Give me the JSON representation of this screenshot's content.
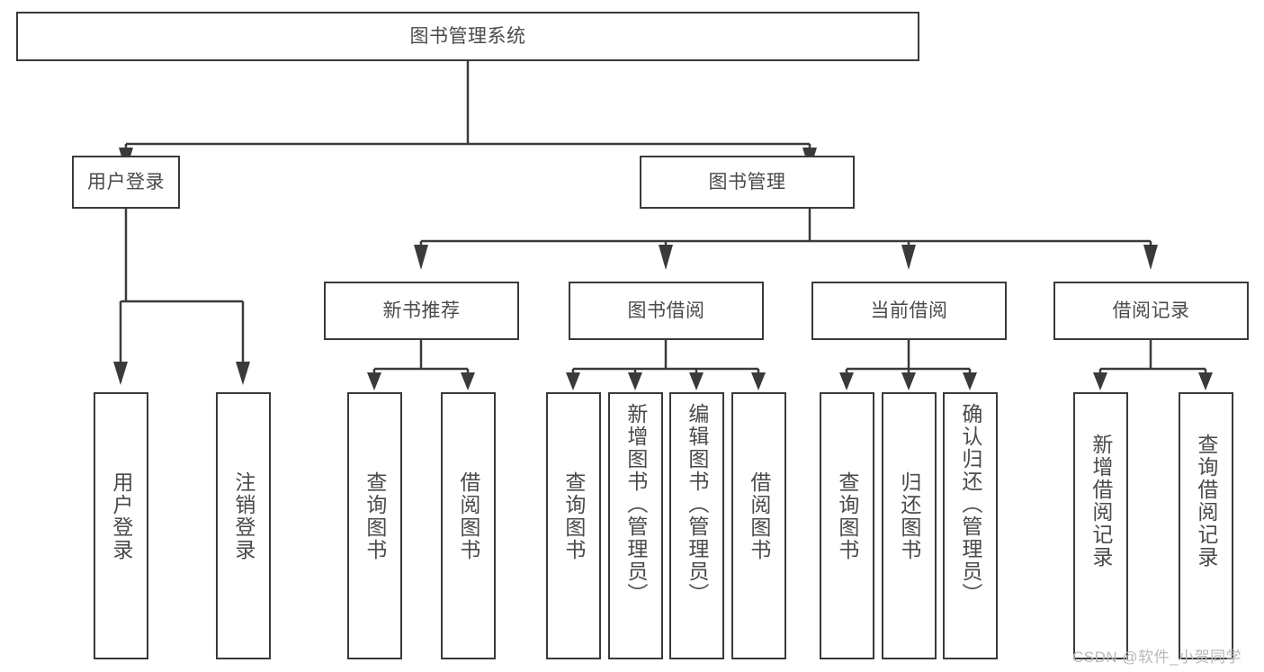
{
  "diagram": {
    "title": "图书管理系统",
    "watermark": "CSDN @软件_小贺同学",
    "colors": {
      "stroke": "#3a3a3a",
      "text": "#4a4a4a",
      "background": "#ffffff",
      "watermark": "#b9b9b9"
    },
    "levels": {
      "root": {
        "label": "图书管理系统"
      },
      "level2": [
        {
          "label": "用户登录"
        },
        {
          "label": "图书管理"
        }
      ],
      "level3": [
        {
          "label": "新书推荐"
        },
        {
          "label": "图书借阅"
        },
        {
          "label": "当前借阅"
        },
        {
          "label": "借阅记录"
        }
      ],
      "leaves": {
        "user_login": [
          {
            "label": "用户登录"
          },
          {
            "label": "注销登录"
          }
        ],
        "new_book": [
          {
            "label": "查询图书"
          },
          {
            "label": "借阅图书"
          }
        ],
        "book_borrow": [
          {
            "label": "查询图书"
          },
          {
            "label": "新增图书（管理员）"
          },
          {
            "label": "编辑图书（管理员）"
          },
          {
            "label": "借阅图书"
          }
        ],
        "current_borrow": [
          {
            "label": "查询图书"
          },
          {
            "label": "归还图书"
          },
          {
            "label": "确认归还（管理员）"
          }
        ],
        "borrow_record": [
          {
            "label": "新增借阅记录"
          },
          {
            "label": "查询借阅记录"
          }
        ]
      }
    }
  }
}
